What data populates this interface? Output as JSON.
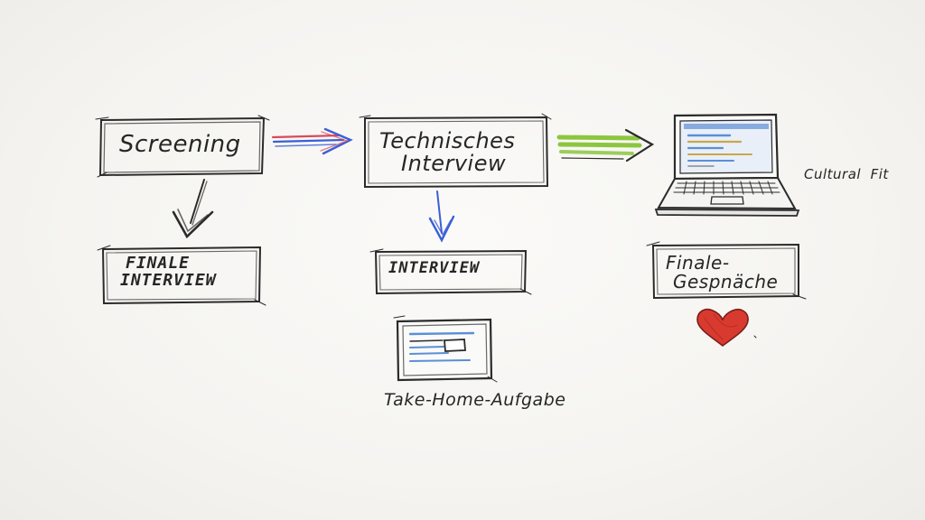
{
  "diagram": {
    "nodes": {
      "screening": "Screening",
      "technisches_interview": [
        "Technisches",
        "Interview"
      ],
      "finale_interview": [
        "FINALE",
        "INTERVIEW"
      ],
      "interview": "INTERVIEW",
      "finale_gespraeche": [
        "Finale-",
        "Gespnäche"
      ],
      "cultural_fit": "Cultural  Fit",
      "take_home": "Take-Home-Aufgabe"
    },
    "icons": [
      "laptop-icon",
      "document-card-icon",
      "heart-icon",
      "checkmark-arrow-icon"
    ],
    "colors": {
      "ink": "#2b2b2b",
      "arrow_blue": "#3b5fd6",
      "arrow_red": "#d94a5a",
      "arrow_green": "#8cc63f",
      "heart_red": "#d93a2f",
      "screen_blue": "#5b8fd6"
    }
  }
}
